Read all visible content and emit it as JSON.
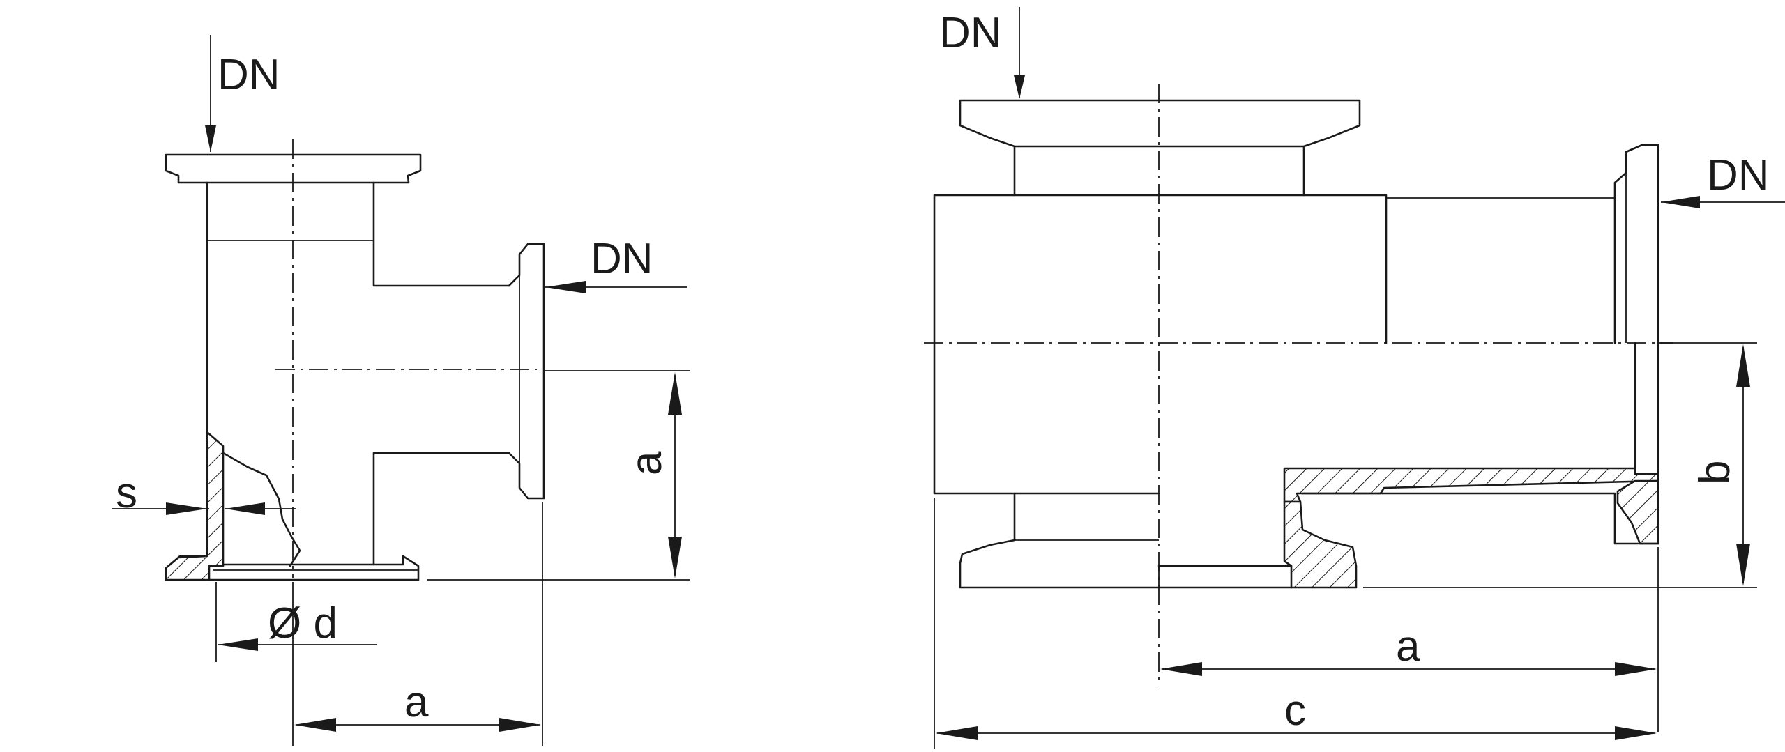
{
  "left_view": {
    "dn_top": "DN",
    "dn_side": "DN",
    "wall": "s",
    "diameter": "Ø d",
    "dim_vertical": "a",
    "dim_horizontal": "a"
  },
  "right_view": {
    "dn_top": "DN",
    "dn_side": "DN",
    "dim_vertical": "b",
    "dim_horizontal_a": "a",
    "dim_horizontal_c": "c"
  }
}
